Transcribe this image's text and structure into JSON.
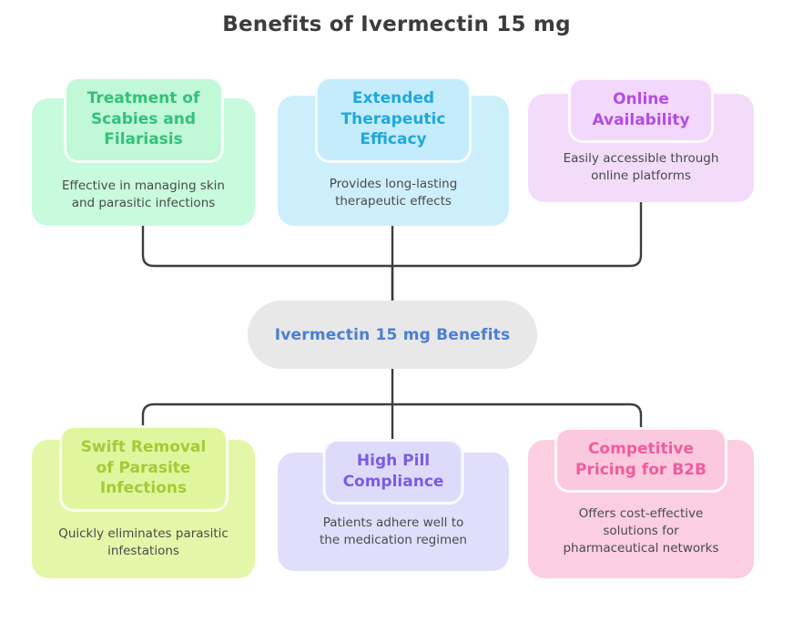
{
  "page": {
    "title": "Benefits of Ivermectin 15 mg",
    "background": "#ffffff",
    "title_color": "#3c3c3c",
    "connector_color": "#3d3d3d"
  },
  "hub": {
    "label": "Ivermectin 15 mg Benefits",
    "background": "#e8e8e8",
    "text_color": "#4a7fd4"
  },
  "cards": [
    {
      "id": "treatment-of-scabies-and-filariasis",
      "heading": "Treatment of\nScabies and\nFilariasis",
      "body": "Effective in managing skin\nand parasitic infections",
      "background": "#c8fadd",
      "head_background": "#c0f8d8",
      "heading_color": "#35c07a",
      "body_color": "#4a4a4a",
      "row": "top",
      "column": "left"
    },
    {
      "id": "extended-therapeutic-efficacy",
      "heading": "Extended\nTherapeutic\nEfficacy",
      "body": "Provides long-lasting\ntherapeutic effects",
      "background": "#cdeffc",
      "head_background": "#c4ecfb",
      "heading_color": "#21a8da",
      "body_color": "#4a4a4a",
      "row": "top",
      "column": "center"
    },
    {
      "id": "online-availability",
      "heading": "Online\nAvailability",
      "body": "Easily accessible through\nonline platforms",
      "background": "#f2dcfa",
      "head_background": "#f2d9fb",
      "heading_color": "#b44ce0",
      "body_color": "#4a4a4a",
      "row": "top",
      "column": "right"
    },
    {
      "id": "swift-removal-of-parasite-infections",
      "heading": "Swift Removal\nof Parasite\nInfections",
      "body": "Quickly eliminates parasitic\ninfestations",
      "background": "#e4f7a8",
      "head_background": "#e0f69e",
      "heading_color": "#a6c938",
      "body_color": "#4a4a4a",
      "row": "bottom",
      "column": "left"
    },
    {
      "id": "high-pill-compliance",
      "heading": "High Pill\nCompliance",
      "body": "Patients adhere well to\nthe medication regimen",
      "background": "#e0defa",
      "head_background": "#dedbfa",
      "heading_color": "#7a5ce0",
      "body_color": "#4a4a4a",
      "row": "bottom",
      "column": "center"
    },
    {
      "id": "competitive-pricing-for-b2b",
      "heading": "Competitive\nPricing for B2B",
      "body": "Offers cost-effective\nsolutions for\npharmaceutical networks",
      "background": "#fbcfe0",
      "head_background": "#fbc9dd",
      "heading_color": "#ef5c9e",
      "body_color": "#4a4a4a",
      "row": "bottom",
      "column": "right"
    }
  ]
}
